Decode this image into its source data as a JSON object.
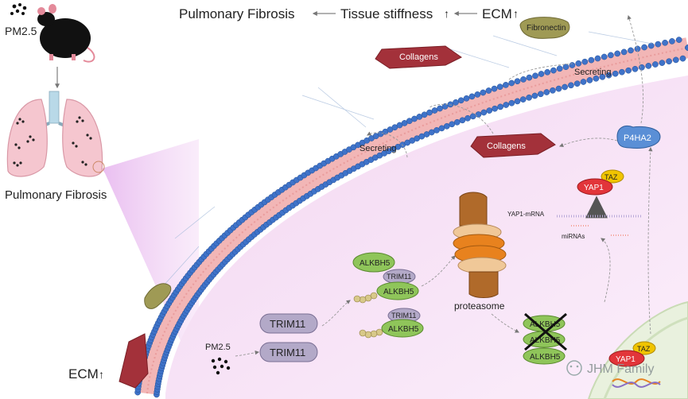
{
  "header": {
    "pulmonary_fibrosis": "Pulmonary Fibrosis",
    "tissue_stiffness": "Tissue stiffness",
    "ecm": "ECM"
  },
  "left_panel": {
    "pm25_label": "PM2.5",
    "lung_caption": "Pulmonary Fibrosis",
    "ecm_bottom": "ECM"
  },
  "proteins": {
    "fibronectin": "Fibronectin",
    "collagens_outside": "Collagens",
    "collagens_inside": "Collagens",
    "p4ha2": "P4HA2",
    "yap1_top": "YAP1",
    "taz_top": "TAZ",
    "yap1_mrna": "YAP1-mRNA",
    "mirnas": "miRNAs",
    "alkbh5_free": "ALKBH5",
    "trim11_a": "TRIM11",
    "alkbh5_a": "ALKBH5",
    "trim11_b": "TRIM11",
    "alkbh5_b": "ALKBH5",
    "trim11_big1": "TRIM11",
    "trim11_big2": "TRIM11",
    "pm25_cell": "PM2.5",
    "proteasome": "proteasome",
    "deg_alkbh5_1": "ALKBH5",
    "deg_alkbh5_2": "ALKBH5",
    "deg_alkbh5_3": "ALKBH5",
    "yap1_nucleus": "YAP1",
    "taz_nucleus": "TAZ"
  },
  "processes": {
    "secreting_left": "Secreting",
    "secreting_right": "Secreting"
  },
  "watermark": "JHM Family",
  "colors": {
    "collagen": "#a3313a",
    "fibronectin": "#9f9a55",
    "p4ha2": "#5a8fd6",
    "yap1": "#e2353a",
    "taz": "#f0c400",
    "alkbh5": "#8fc55a",
    "trim11": "#b3a9c8",
    "membrane_head": "#3f73c9",
    "membrane_body": "#f2b6b6",
    "cytoplasm": "#f6e2f4"
  }
}
